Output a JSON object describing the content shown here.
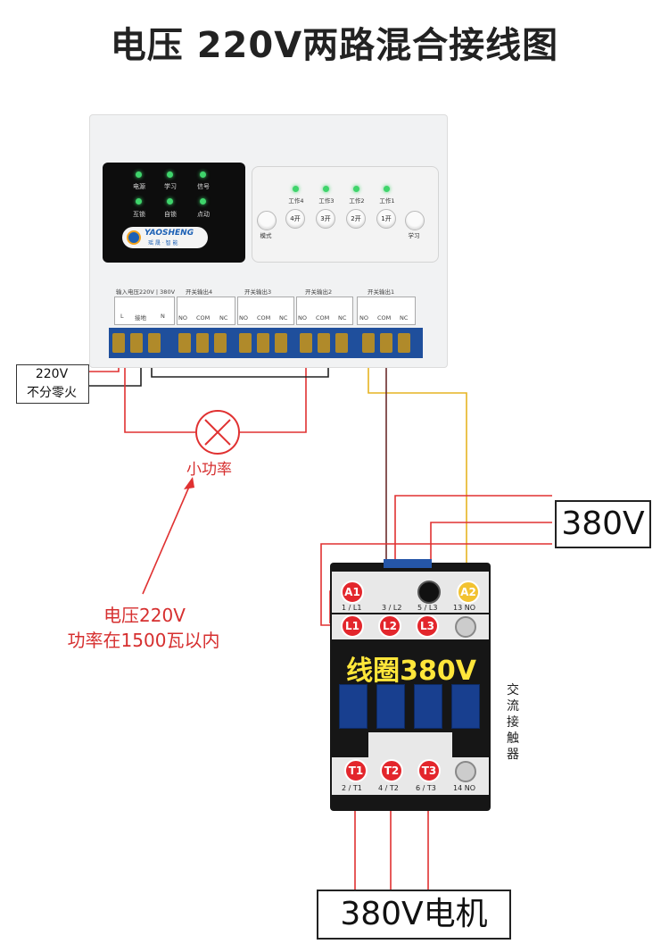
{
  "title": "电压 220V两路混合接线图",
  "controller": {
    "leds": [
      {
        "label": "电源",
        "color": "#3fd46b"
      },
      {
        "label": "学习",
        "color": "#3fd46b"
      },
      {
        "label": "信号",
        "color": "#3fd46b"
      },
      {
        "label": "互锁",
        "color": "#3fd46b"
      },
      {
        "label": "自锁",
        "color": "#3fd46b"
      },
      {
        "label": "点动",
        "color": "#3fd46b"
      }
    ],
    "logo": {
      "brand": "YAOSHENG",
      "sub": "瑶 晟 · 智 能"
    },
    "work_labels": [
      "工作4",
      "工作3",
      "工作2",
      "工作1"
    ],
    "buttons": [
      "4开",
      "3开",
      "2开",
      "1开"
    ],
    "mode_button": "模式",
    "learn_button": "学习",
    "terminal_groups": [
      "输入电压220V | 380V",
      "开关输出4",
      "开关输出3",
      "开关输出2",
      "开关输出1"
    ],
    "input_terminals": [
      "L",
      "接地",
      "N"
    ],
    "output_terminals": [
      "NO",
      "COM",
      "NC"
    ]
  },
  "supply_label": {
    "line1": "220V",
    "line2": "不分零火"
  },
  "lamp_label": "小功率",
  "note": {
    "line1": "电压220V",
    "line2": "功率在1500瓦以内"
  },
  "v380_label": "380V",
  "contactor": {
    "coil_label": "线圈380V",
    "side_label": "交流接触器",
    "top_terminals": [
      {
        "mark": "A1",
        "text": "1 / L1"
      },
      {
        "mark": "",
        "text": "3 / L2"
      },
      {
        "mark": "",
        "text": "5 / L3"
      },
      {
        "mark": "A2",
        "text": "13 NO"
      }
    ],
    "line_marks": [
      "L1",
      "L2",
      "L3"
    ],
    "bottom_marks": [
      "T1",
      "T2",
      "T3"
    ],
    "bottom_labels": [
      "2 / T1",
      "4 / T2",
      "6 / T3",
      "14 NO"
    ],
    "colors": {
      "terminal_red": "#e3262c",
      "coil_yellow": "#f2c230"
    }
  },
  "motor_label": "380V电机",
  "wire_colors": {
    "red": "#e03131",
    "yellow": "#e6b422",
    "black": "#222222"
  }
}
